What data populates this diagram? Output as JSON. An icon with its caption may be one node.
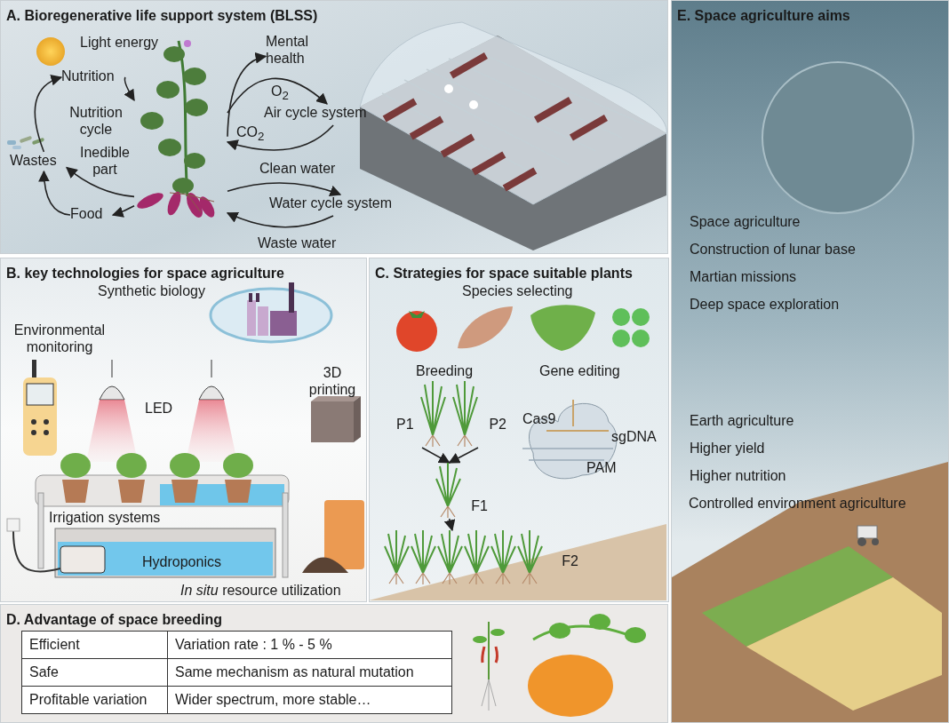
{
  "diagram": {
    "nodes": [
      {
        "text": [
          "A. Bioregenerative life support system (BLSS)"
        ]
      },
      {
        "text": [
          "Nutrition"
        ],
        "in": 0
      },
      {
        "text": [],
        "shape": "picture",
        "in": 0
      },
      {
        "text": [
          "Mental health"
        ],
        "in": 0
      },
      {
        "text": [
          "Air cycle system"
        ],
        "in": 0
      },
      {
        "text": [
          "Water cycle system"
        ],
        "in": 0
      },
      {
        "text": [
          "Food"
        ],
        "in": 0
      },
      {
        "text": [
          "Wastes"
        ],
        "in": 0
      },
      {
        "text": [
          "B. key technologies for space agriculture"
        ]
      },
      {
        "text": [
          "C. Strategies for space suitable plants"
        ]
      },
      {
        "text": [
          "P1"
        ],
        "in": 9
      },
      {
        "text": [
          "P2"
        ],
        "in": 9
      },
      {
        "text": [
          "F1"
        ],
        "in": 9
      },
      {
        "text": [
          "F2"
        ],
        "in": 9
      },
      {
        "text": [
          "D. Advantage of space breeding"
        ]
      },
      {
        "text": [
          "E. Space agriculture aims"
        ]
      }
    ],
    "edges": [
      {
        "from": 7,
        "to": 1,
        "arrow": "to"
      },
      {
        "from": 1,
        "to": 2,
        "arrow": "to"
      },
      {
        "from": 2,
        "to": 3,
        "arrow": "to"
      },
      {
        "from": 2,
        "to": 4,
        "label": "O$_{2}$",
        "arrow": "to"
      },
      {
        "from": 4,
        "to": 2,
        "label": "CO$_{2}$",
        "arrow": "to"
      },
      {
        "from": 2,
        "to": 5,
        "label": "Clean water",
        "arrow": "to"
      },
      {
        "from": 5,
        "to": 2,
        "label": "Waste water",
        "arrow": "to"
      },
      {
        "from": 2,
        "to": 6,
        "arrow": "to"
      },
      {
        "from": 2,
        "to": 7,
        "label": "Inedible part",
        "arrow": "to"
      },
      {
        "from": 6,
        "to": 7,
        "arrow": "to"
      },
      {
        "from": 10,
        "to": 12,
        "arrow": "to"
      },
      {
        "from": 11,
        "to": 12,
        "arrow": "to"
      },
      {
        "from": 12,
        "to": 13,
        "arrow": "to"
      }
    ],
    "labels": [
      "Light energy",
      "Nutrition cycle",
      "Synthetic biology",
      "Environmental monitoring",
      "3D printing",
      "LED",
      "Irrigation systems",
      "Hydroponics",
      "*In situ* resource utilization",
      "Species selecting",
      "Breeding",
      "Gene editing",
      "Cas9",
      "sgDNA",
      "PAM",
      "Efficient",
      "Variation rate : 1 % - 5 %",
      "Safe",
      "Same mechanism as natural mutation",
      "Profitable variation",
      "Wider spectrum, more stable…",
      "Space agriculture",
      "Construction of lunar base",
      "Martian missions",
      "Deep space exploration",
      "Earth agriculture",
      "Higher yield",
      "Higher nutrition",
      "Controlled environment agriculture"
    ]
  }
}
